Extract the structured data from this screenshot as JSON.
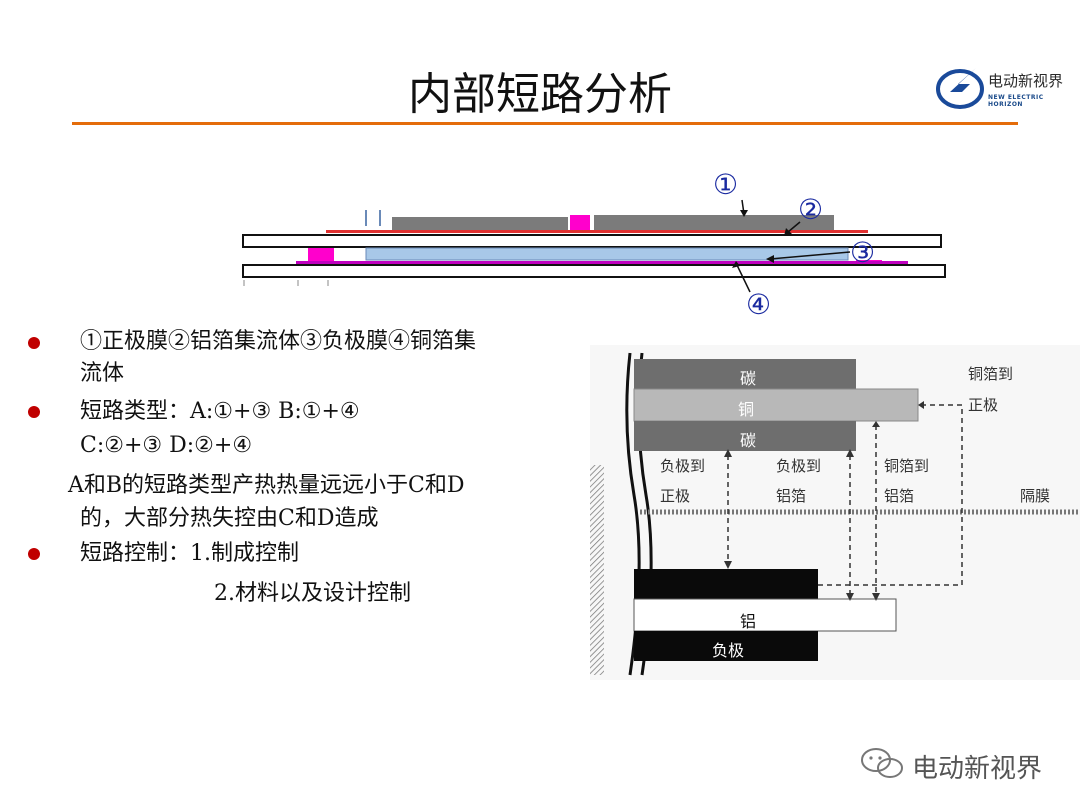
{
  "title": "内部短路分析",
  "logo": {
    "cn": "电动新视界",
    "en": "NEW ELECTRIC HORIZON"
  },
  "diagram_top": {
    "markers": [
      "①",
      "②",
      "③",
      "④"
    ]
  },
  "bullets": [
    {
      "line1": "①正极膜②铝箔集流体③负极膜④铜箔集",
      "line2": "流体"
    },
    {
      "line1": "短路类型：A:①+③   B:①+④",
      "line2": "C:②+③   D:②+④"
    },
    {
      "line1": "短路控制：1.制成控制",
      "line2": "2.材料以及设计控制"
    }
  ],
  "note": {
    "line1": "A和B的短路类型产热热量远远小于C和D",
    "line2": "的，大部分热失控由C和D造成"
  },
  "diagram_right": {
    "layer_carbon_top": "碳",
    "layer_copper": "铜",
    "layer_carbon_bottom": "碳",
    "layer_aluminum": "铝",
    "layer_negative": "负极",
    "label_cu_to_cathode": [
      "铜箔到",
      "正极"
    ],
    "label_anode_to_cathode": [
      "负极到",
      "正极"
    ],
    "label_anode_to_al": [
      "负极到",
      "铝箔"
    ],
    "label_cu_to_al": [
      "铜箔到",
      "铝箔"
    ],
    "label_separator": "隔膜"
  },
  "watermark": "电动新视界"
}
